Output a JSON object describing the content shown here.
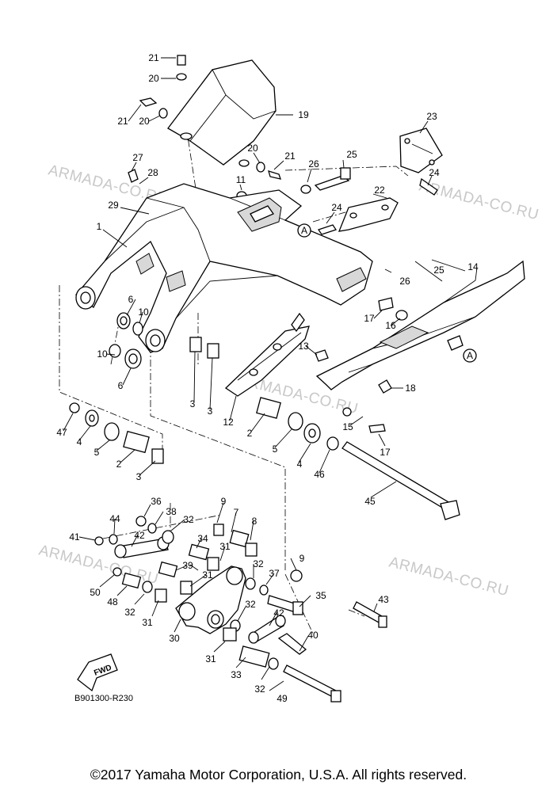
{
  "diagram": {
    "reference_code": "B901300-R230",
    "fwd_label": "FWD",
    "watermark_text": "ARMADA-CO.RU",
    "section_mark": "A",
    "copyright": "©2017 Yamaha Motor Corporation, U.S.A. All rights reserved.",
    "callouts": [
      "21",
      "20",
      "21",
      "20",
      "19",
      "20",
      "21",
      "23",
      "26",
      "25",
      "24",
      "27",
      "28",
      "11",
      "22",
      "29",
      "24",
      "1",
      "A",
      "14",
      "25",
      "26",
      "6",
      "10",
      "17",
      "16",
      "10",
      "6",
      "13",
      "A",
      "18",
      "3",
      "3",
      "12",
      "47",
      "4",
      "5",
      "2",
      "2",
      "15",
      "17",
      "3",
      "5",
      "4",
      "46",
      "45",
      "36",
      "9",
      "7",
      "38",
      "32",
      "8",
      "44",
      "41",
      "42",
      "34",
      "31",
      "9",
      "32",
      "37",
      "50",
      "39",
      "31",
      "35",
      "48",
      "32",
      "31",
      "32",
      "30",
      "42",
      "43",
      "40",
      "31",
      "33",
      "32",
      "49"
    ]
  }
}
